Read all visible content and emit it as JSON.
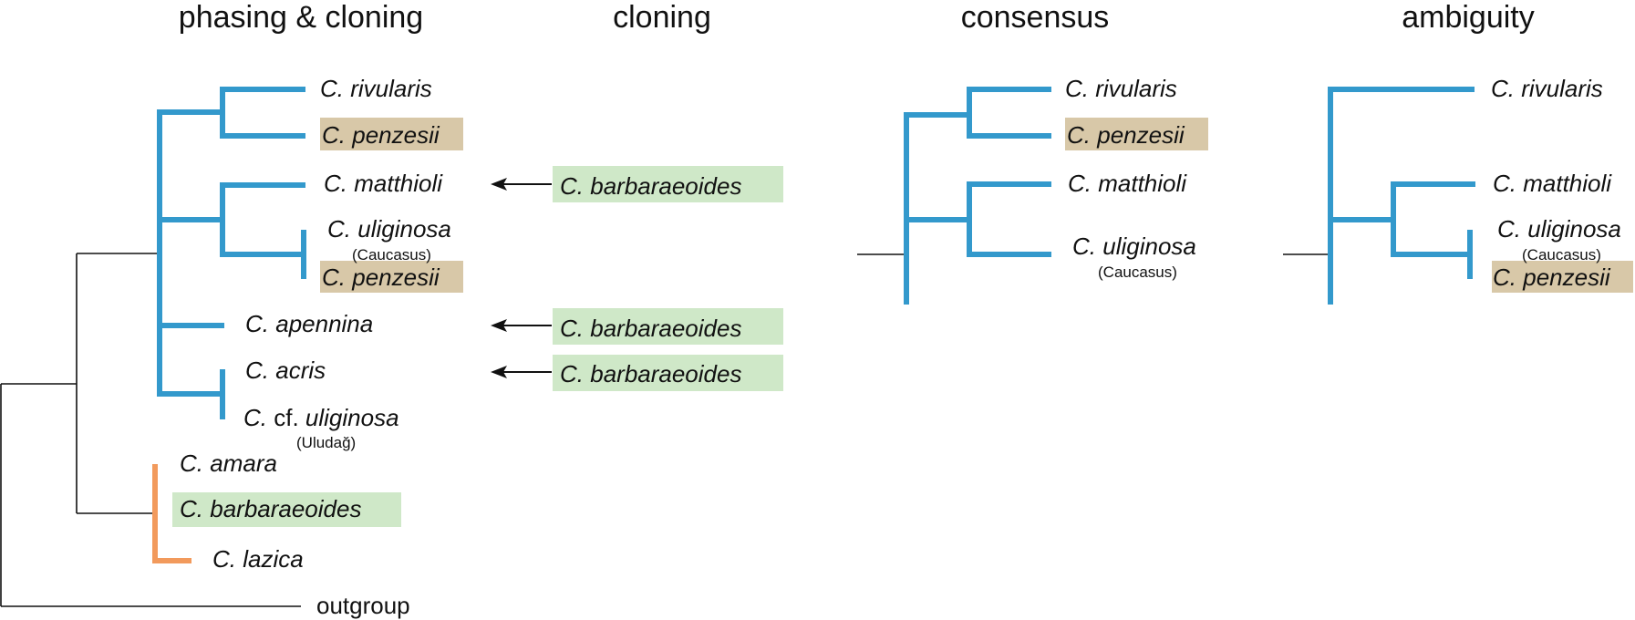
{
  "colors": {
    "ingroup_branch": "#3399cc",
    "amara_group_branch": "#f29a5c",
    "penzesii_highlight": "#d8c8a8",
    "barbaraeoides_highlight": "#cfe8c8",
    "line": "#111111"
  },
  "headers": {
    "phasing_cloning": "phasing & cloning",
    "cloning": "cloning",
    "consensus": "consensus",
    "ambiguity": "ambiguity"
  },
  "tree1": {
    "rivularis": "rivularis",
    "penzesii_a": "penzesii",
    "matthioli": "matthioli",
    "uliginosa": "uliginosa",
    "caucasus": "(Caucasus)",
    "penzesii_b": "penzesii",
    "apennina": "apennina",
    "acris": "acris",
    "cf": " cf. ",
    "cf_uliginosa": "uliginosa",
    "uludag": "(Uludağ)",
    "amara": "amara",
    "barbaraeoides": "barbaraeoides",
    "lazica": "lazica",
    "outgroup": "outgroup"
  },
  "cloning": {
    "barb_1": "barbaraeoides",
    "barb_2": "barbaraeoides",
    "barb_3": "barbaraeoides"
  },
  "consensus": {
    "rivularis": "rivularis",
    "penzesii": "penzesii",
    "matthioli": "matthioli",
    "uliginosa": "uliginosa",
    "caucasus": "(Caucasus)"
  },
  "ambiguity": {
    "rivularis": "rivularis",
    "matthioli": "matthioli",
    "uliginosa": "uliginosa",
    "caucasus": "(Caucasus)",
    "penzesii": "penzesii"
  },
  "genus_abbrev": "C."
}
